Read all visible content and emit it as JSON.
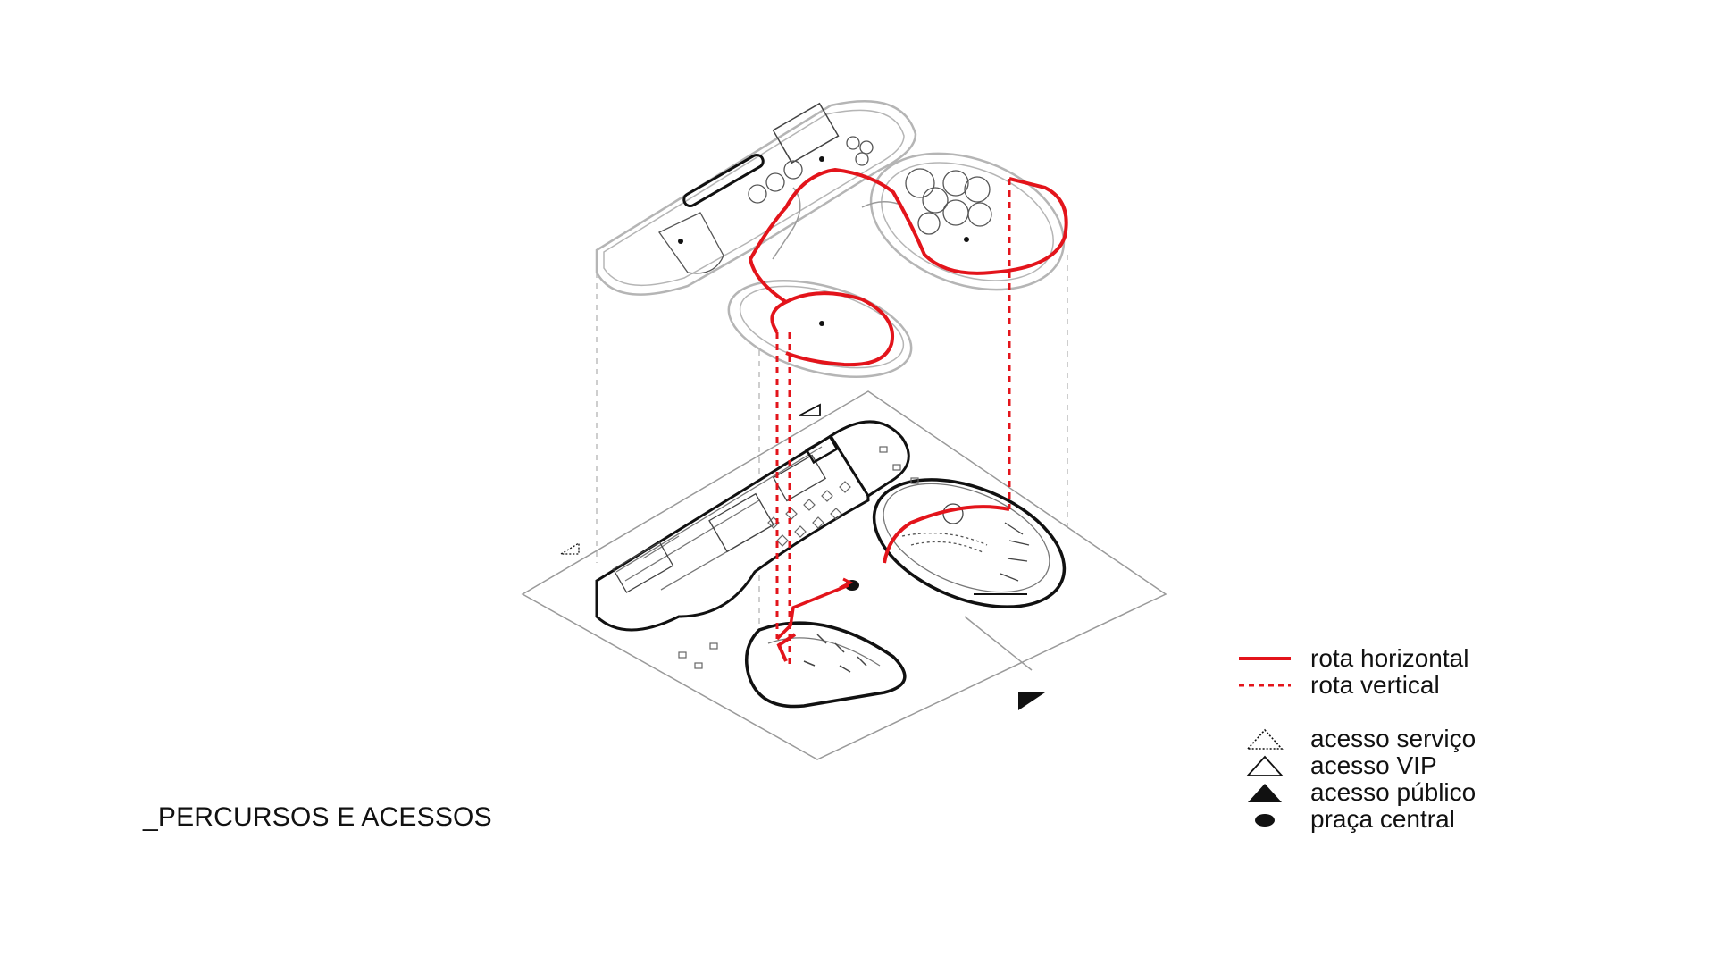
{
  "title": "_PERCURSOS E ACESSOS",
  "legend": {
    "items": [
      {
        "label": "rota horizontal",
        "symbol": "solid-red-line-icon"
      },
      {
        "label": "rota vertical",
        "symbol": "dashed-red-line-icon"
      },
      {
        "label": "acesso serviço",
        "symbol": "dotted-triangle-icon"
      },
      {
        "label": "acesso VIP",
        "symbol": "outline-triangle-icon"
      },
      {
        "label": "acesso público",
        "symbol": "filled-triangle-icon"
      },
      {
        "label": "praça central",
        "symbol": "filled-ellipse-icon"
      }
    ]
  },
  "colors": {
    "route": "#e3141b",
    "plan_gray": "#b5b5b5",
    "plan_dark": "#111111",
    "background": "#ffffff"
  }
}
